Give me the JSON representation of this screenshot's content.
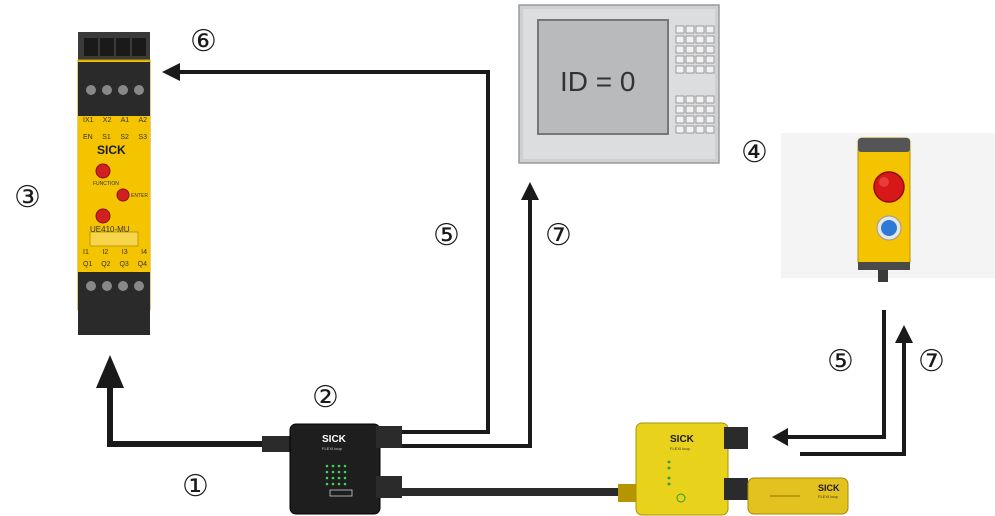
{
  "step_labels": {
    "1": "①",
    "2": "②",
    "3": "③",
    "4": "④",
    "5_mid": "⑤",
    "5_right": "⑤",
    "6": "⑥",
    "7_mid": "⑦",
    "7_right": "⑦"
  },
  "hmi": {
    "display": "ID = 0"
  },
  "relay": {
    "brand": "SICK",
    "model": "UE410-MU",
    "top_terminals": [
      "IX1",
      "X2",
      "A1",
      "A2"
    ],
    "top_terminals_row2": [
      "EN",
      "S1",
      "S2",
      "S3"
    ],
    "bottom_terminals_row1": [
      "I1",
      "I2",
      "I3",
      "I4"
    ],
    "bottom_terminals_row2": [
      "Q1",
      "Q2",
      "Q3",
      "Q4"
    ],
    "function_label": "FUNCTION",
    "enter_label": "ENTER"
  },
  "flexi_black": {
    "brand": "SICK",
    "sub": "FLEXI loop"
  },
  "flexi_yellow": {
    "brand": "SICK",
    "sub": "FLEXI loop"
  },
  "sensor": {
    "brand": "SICK",
    "sub": "FLEXI loop"
  },
  "colors": {
    "sick_yellow": "#f5c400",
    "arrow": "#1a1a1a",
    "estop_red": "#d81818",
    "reset_blue": "#2b7bd6"
  }
}
